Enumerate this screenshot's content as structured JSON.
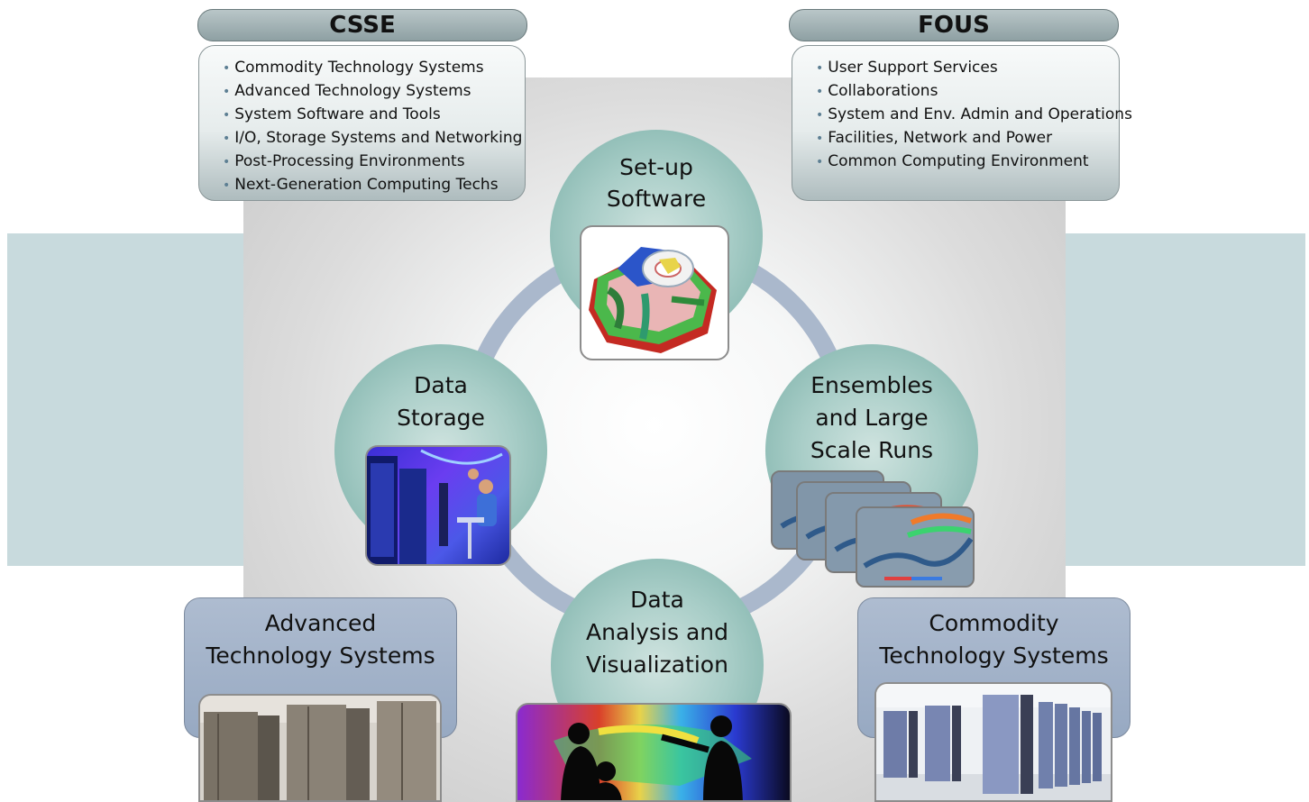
{
  "csse": {
    "title": "CSSE",
    "items": [
      "Commodity Technology Systems",
      "Advanced Technology Systems",
      "System Software and Tools",
      "I/O, Storage Systems and Networking",
      "Post-Processing Environments",
      "Next-Generation Computing Techs"
    ]
  },
  "fous": {
    "title": "FOUS",
    "items": [
      "User Support Services",
      "Collaborations",
      "System and Env. Admin and Operations",
      "Facilities, Network and Power",
      "Common Computing Environment"
    ]
  },
  "cycle": {
    "setup": {
      "line1": "Set-up",
      "line2": "Software"
    },
    "storage": {
      "line1": "Data",
      "line2": "Storage"
    },
    "ensembles": {
      "line1": "Ensembles",
      "line2": "and Large",
      "line3": "Scale Runs"
    },
    "analysis": {
      "line1": "Data",
      "line2": "Analysis and",
      "line3": "Visualization"
    }
  },
  "systems": {
    "advanced": {
      "line1": "Advanced",
      "line2": "Technology Systems"
    },
    "commodity": {
      "line1": "Commodity",
      "line2": "Technology Systems"
    }
  },
  "colors": {
    "band": "#c8dadd",
    "ring": "#aab8cc",
    "circle": "#9cc6bf",
    "system_box": "#a3b3ca",
    "bullet": "#5d7f93"
  }
}
